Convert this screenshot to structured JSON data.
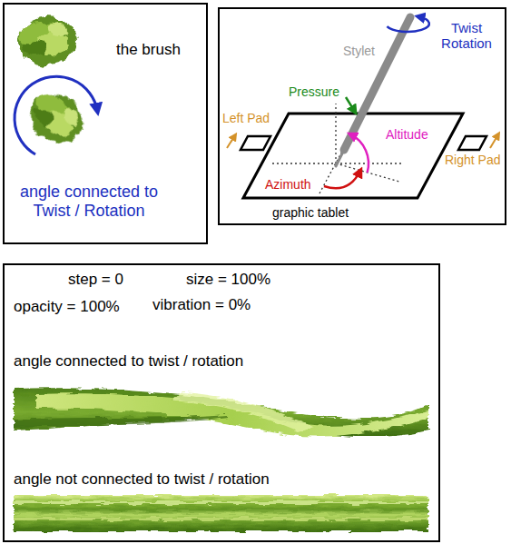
{
  "diagram": {
    "nodes": [
      {
        "text": [
          "the brush",
          "angle connected to Twist / Rotation"
        ]
      },
      {
        "text": [
          "Twist Rotation",
          "Stylet",
          "Pressure",
          "Left Pad",
          "Altitude",
          "Right Pad",
          "Azimuth",
          "graphic tablet"
        ]
      },
      {
        "text": [
          "step = 0",
          "size = 100%",
          "opacity = 100%",
          "vibration = 0%",
          "angle connected to twist / rotation",
          "angle not connected to twist / rotation"
        ]
      }
    ],
    "edges": []
  }
}
